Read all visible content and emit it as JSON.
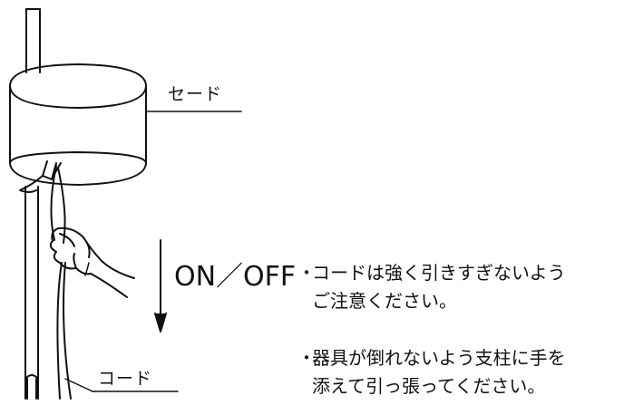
{
  "labels": {
    "shade": "セード",
    "cord": "コード",
    "on_off": "ON／OFF"
  },
  "notes": [
    {
      "bullet": "・",
      "lines": [
        "コードは強く引きすぎないよう",
        "ご注意ください。"
      ]
    },
    {
      "bullet": "・",
      "lines": [
        "器具が倒れないよう支柱に手を",
        "添えて引っ張ってください。"
      ]
    }
  ],
  "colors": {
    "ink": "#111111",
    "background": "#ffffff"
  }
}
